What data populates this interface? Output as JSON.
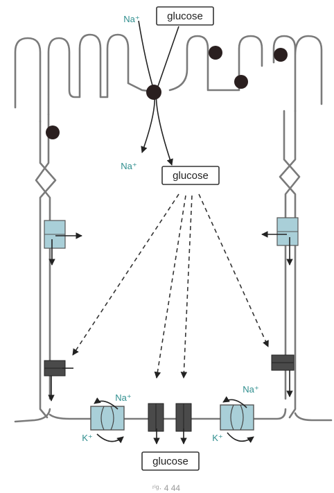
{
  "labels": {
    "glucose_top": "glucose",
    "glucose_mid": "glucose",
    "glucose_bottom": "glucose",
    "na_top": "Na⁺",
    "na_mid": "Na⁺",
    "na_pump_left": "Na⁺",
    "k_pump_left": "K⁺",
    "na_pump_right": "Na⁺",
    "k_pump_right": "K⁺",
    "caption": "ʳⁱᵍ· 4 44"
  },
  "colors": {
    "ion_text": "#2f8e8e",
    "membrane": "#7a7a7a",
    "carrier_fill": "#a9cfd8",
    "transporter_fill": "#4a4a4a",
    "junction_dot": "#2a1f1f"
  }
}
